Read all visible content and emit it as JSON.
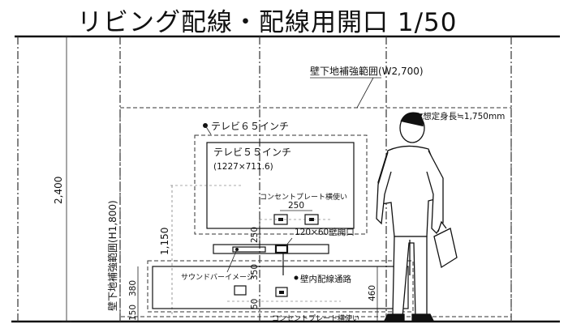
{
  "title": "リビング配線・配線用開口 1/50",
  "labels": {
    "wall_reinforcement": "壁下地補強範囲(W2,700)",
    "wall_reinforcement_vertical": "壁下地補強範囲(H1,800)",
    "eye_height": "▼想定身長≒1,750mm",
    "tv65": "テレビ６５インチ",
    "tv55": "テレビ５５インチ",
    "tv55_size": "(1227×711.6)",
    "outlet_top": "コンセントプレート横使い",
    "outlet_bottom": "コンセントプレート横使い",
    "opening": "120×60壁開口",
    "soundbar": "サウンドバーイメージ",
    "wiring_path": "壁内配線通路"
  },
  "dimensions": {
    "total_height": "2,400",
    "d250_h": "250",
    "d250_v": "250",
    "d1150": "1,150",
    "d380": "380",
    "d350": "350",
    "d150": "150",
    "d50": "50",
    "d460": "460"
  }
}
